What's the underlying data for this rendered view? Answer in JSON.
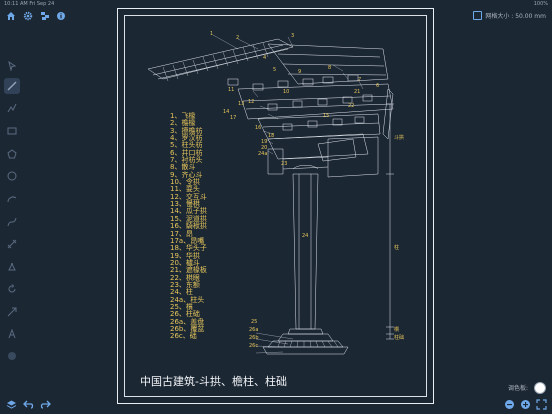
{
  "status_bar": {
    "time_date": "10:11 AM   Fri Sep 24",
    "battery": "100%"
  },
  "top_toolbar": {
    "icons": [
      "home-icon",
      "gear-icon",
      "layers-icon",
      "info-icon"
    ],
    "grid_size_label": "网格大小 : 50.00 mm"
  },
  "left_tools": [
    "select-icon",
    "line-icon",
    "polyline-icon",
    "rectangle-icon",
    "polygon-icon",
    "circle-icon",
    "arc-icon",
    "curve-icon",
    "dimension-icon",
    "node-icon",
    "rotate-icon",
    "transform-icon",
    "text-icon",
    "fill-icon"
  ],
  "legend": [
    "1、飞椽",
    "2、檐椽",
    "3、撩檐枋",
    "4、罗汉枋",
    "5、柱头枋",
    "6、井口枋",
    "7、衬枋头",
    "8、散斗",
    "9、齐心斗",
    "10、令拱",
    "11、耍头",
    "12、交互斗",
    "13、慢栱",
    "14、瓜子拱",
    "15、泥道拱",
    "16、騎栿拱",
    "17、昂",
    "17a、昂嘴",
    "18、华头子",
    "19、华拱",
    "20、櫨斗",
    "21、遮椽板",
    "22、栱眼",
    "23、东额",
    "24、柱",
    "24a、柱头",
    "25、櫍",
    "26、柱础",
    "26a、盖盘",
    "26b、覆盆",
    "26c、础"
  ],
  "drawing_labels": {
    "n1": "1",
    "n2": "2",
    "n3": "3",
    "n4": "4",
    "n5": "5",
    "n6": "6",
    "n7": "7",
    "n8": "8",
    "n9": "9",
    "n10": "10",
    "n11": "11",
    "n12": "12",
    "n13": "13",
    "n14": "14",
    "n15": "15",
    "n16": "16",
    "n17": "17",
    "n18": "18",
    "n19": "19",
    "n20": "20",
    "n21": "21",
    "n22": "22",
    "n23": "23",
    "n24": "24",
    "n25": "25",
    "n24a": "24a",
    "n26a": "26a",
    "n26b": "26b",
    "n26c": "26c",
    "dim_top": "斗拱",
    "dim_mid": "柱",
    "dim_bot1": "櫍",
    "dim_bot2": "柱础"
  },
  "caption": "中国古建筑-斗拱、檐柱、柱础",
  "bottom_toolbar": {
    "icons": [
      "layers-stack-icon",
      "undo-icon",
      "redo-icon",
      "zoom-out-icon",
      "zoom-in-icon",
      "fit-screen-icon"
    ],
    "palette_label": "调色板:"
  },
  "colors": {
    "background": "#1c2734",
    "accent": "#6fa8e8",
    "legend_text": "#e6c65a",
    "frame": "#e9eef4"
  }
}
